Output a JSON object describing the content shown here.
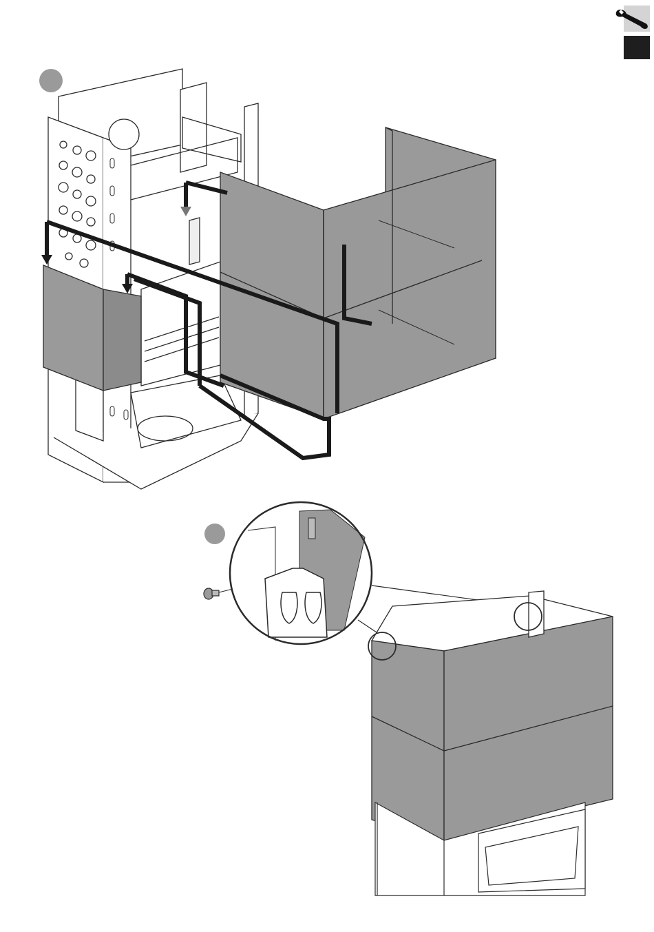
{
  "page": {
    "type": "assembly-instructions",
    "section_tab": {
      "icon": "wrench-icon",
      "colors": {
        "upper": "#d4d4d4",
        "lower": "#1e1e1e"
      }
    },
    "steps": [
      {
        "id": "step-1",
        "label": "",
        "description_icon": "cabinet-panel-mount"
      },
      {
        "id": "step-2",
        "label": "",
        "description_icon": "screw-detail"
      }
    ],
    "colors": {
      "panel": "#9a9a9a",
      "panel_dark": "#7d7d7d",
      "outline": "#2b2b2b",
      "arrow": "#1a1a1a"
    }
  }
}
